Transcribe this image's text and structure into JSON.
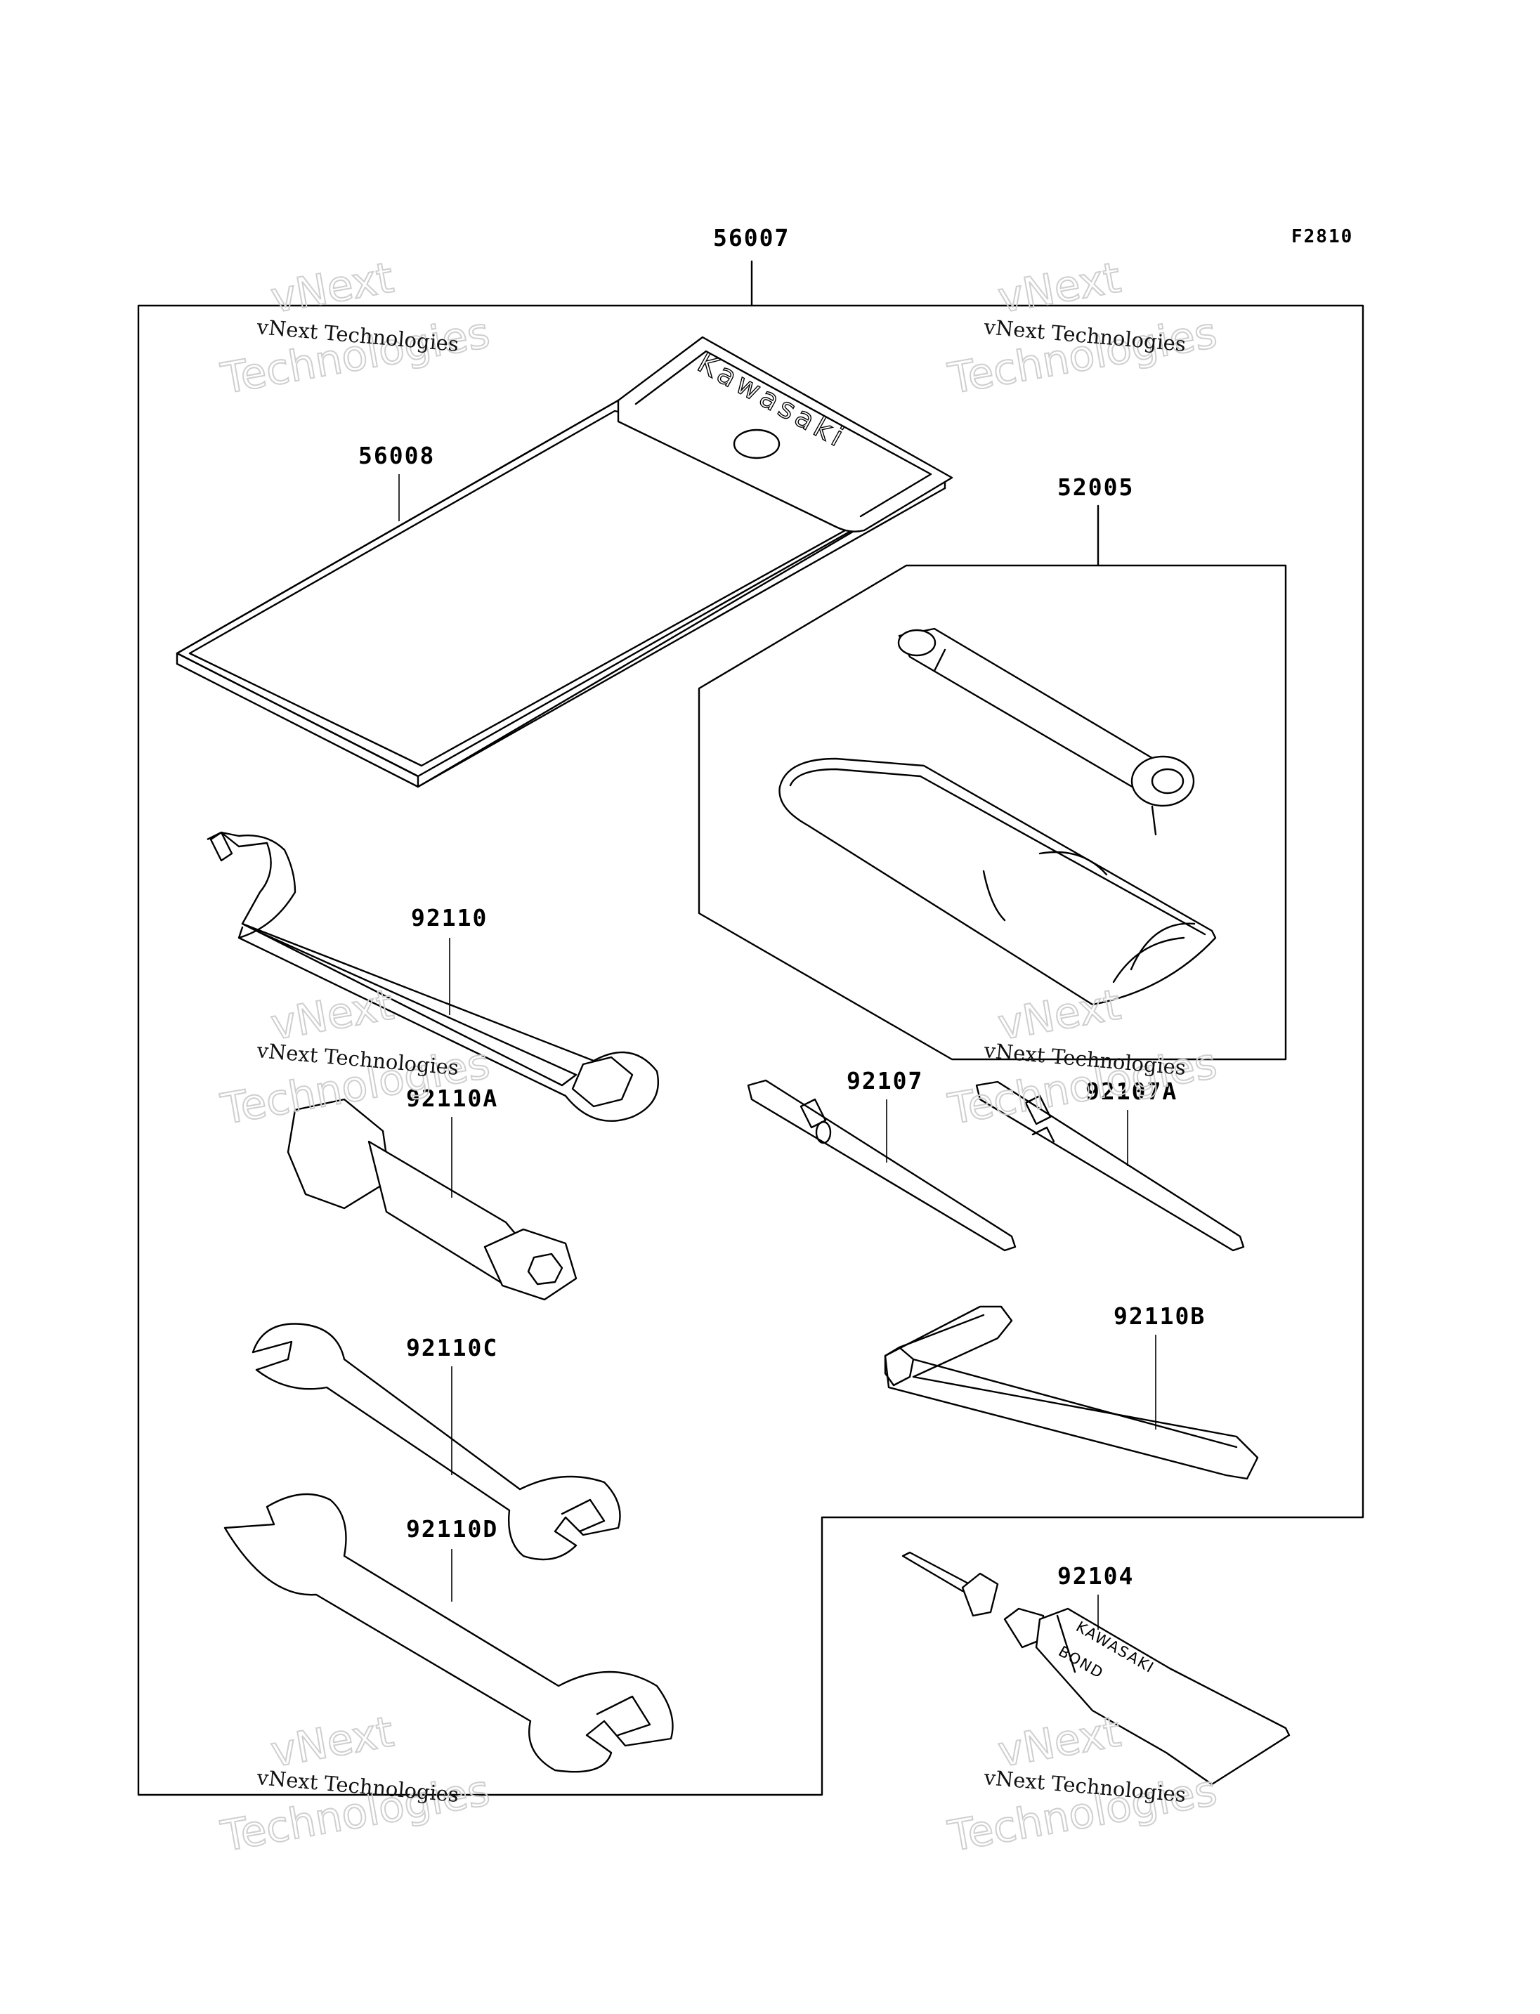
{
  "figure_code": "F2810",
  "parts": {
    "kit": "56007",
    "case": "56008",
    "tube_set": "52005",
    "spanner_wrench": "92110",
    "plug_wrench": "92110A",
    "screwdriver": "92107",
    "screwdriver_a": "92107A",
    "hex_key": "92110B",
    "wrench_c": "92110C",
    "wrench_d": "92110D",
    "bond": "92104"
  },
  "watermark": {
    "line1": "vNext Technologies",
    "outline_top": "vNext",
    "outline_bottom": "Technologies"
  },
  "printed_marks": {
    "case_brand": "Kawasaki",
    "bond_brand": "KAWASAKI",
    "bond_word": "BOND"
  }
}
